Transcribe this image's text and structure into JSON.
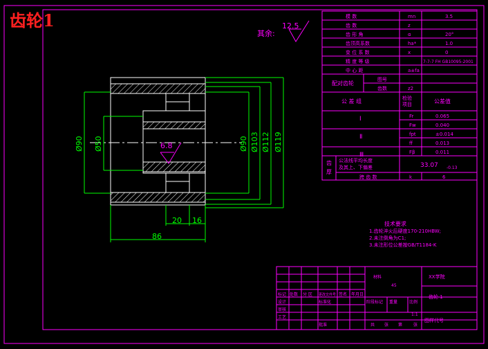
{
  "title": "齿轮1",
  "roughness": {
    "prefix": "其余:",
    "value": "12.5",
    "face_value": "6.8"
  },
  "dims": {
    "d90a": "Ø90",
    "d50": "Ø50",
    "d90b": "Ø90",
    "d103": "Ø103",
    "d112": "Ø112",
    "d119": "Ø119",
    "w20": "20",
    "w16": "16",
    "w86": "86"
  },
  "params": [
    {
      "label": "模    数",
      "sym": "mn",
      "val": "3.5"
    },
    {
      "label": "齿    数",
      "sym": "z",
      "val": ""
    },
    {
      "label": "齿 形 角",
      "sym": "α",
      "val": "20°"
    },
    {
      "label": "齿顶高系数",
      "sym": "ha*",
      "val": "1.0"
    },
    {
      "label": "变 位 系 数",
      "sym": "x",
      "val": "0"
    },
    {
      "label": "精 度 等 级",
      "sym": "",
      "val": "7-7-7 FH GB10095-2001"
    },
    {
      "label": "中    心    距",
      "sym": "a±fa",
      "val": ""
    }
  ],
  "pair": {
    "label": "配对齿轮",
    "r1": "图号",
    "r2": "齿数",
    "r2sym": "z2"
  },
  "tol_header": {
    "group": "公    差    组",
    "item": "检验\n项目",
    "value": "公差值"
  },
  "tol_rows": [
    {
      "group": "Ⅰ",
      "item": "Fr",
      "val": "0.065"
    },
    {
      "group": "",
      "item": "Fw",
      "val": "0.040"
    },
    {
      "group": "Ⅱ",
      "item": "fpt",
      "val": "±0.014"
    },
    {
      "group": "",
      "item": "ff",
      "val": "0.013"
    },
    {
      "group": "Ⅲ",
      "item": "Fβ",
      "val": "0.011"
    }
  ],
  "gear_side": {
    "head": "齿\n厚",
    "line1": "公法线平均长度",
    "line2": "及其上、下偏差",
    "val": "33.07",
    "dev": "-0.13",
    "span_label": "跨 齿 数",
    "span_sym": "k",
    "span_val": "6"
  },
  "tech_req": {
    "title": "技术要求",
    "items": [
      "1.齿轮淬火后硬度170-210HBW;",
      "2.未注倒角为C1;",
      "3.未注形位公差按GB/T1184-K"
    ]
  },
  "title_block": {
    "material_label": "材料",
    "material": "45",
    "school": "XX学院",
    "part_name": "齿轮 1",
    "drawing_no": "图样代号",
    "scale": "1:1",
    "row_labels": [
      "标记",
      "处数",
      "分 区",
      "更改文件号",
      "签名",
      "年月日"
    ],
    "design": "设计",
    "standard": "标准化",
    "stage": "阶段标记",
    "weight": "重量",
    "ratio": "比例",
    "review": "审核",
    "craft": "工艺",
    "approve": "批准",
    "sheets": [
      "共",
      "张",
      "第",
      "张"
    ]
  },
  "colors": {
    "green": "#00ff00",
    "magenta": "#ff00ff",
    "red": "#ff2020",
    "white": "#ffffff"
  }
}
